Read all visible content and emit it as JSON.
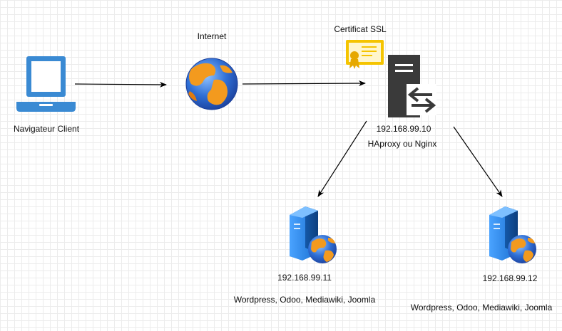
{
  "nodes": {
    "client": {
      "label": "Navigateur Client"
    },
    "internet": {
      "label": "Internet"
    },
    "ssl": {
      "label": "Certificat SSL"
    },
    "proxy": {
      "ip": "192.168.99.10",
      "label": "HAproxy ou Nginx"
    },
    "server1": {
      "ip": "192.168.99.11",
      "apps": "Wordpress, Odoo, Mediawiki, Joomla"
    },
    "server2": {
      "ip": "192.168.99.12",
      "apps": "Wordpress, Odoo, Mediawiki, Joomla"
    }
  },
  "icons": {
    "client": "laptop-icon",
    "internet": "globe-icon",
    "ssl": "certificate-icon",
    "proxy": "proxy-server-icon",
    "server1": "web-server-icon",
    "server2": "web-server-icon"
  },
  "colors": {
    "laptop": "#3a8ad3",
    "proxy": "#3a3a3a",
    "certificate": "#f5c400",
    "server": "#2f88e0",
    "globe_blue": "#2f6fd6",
    "globe_orange": "#f39a1e",
    "arrow": "#000000"
  }
}
